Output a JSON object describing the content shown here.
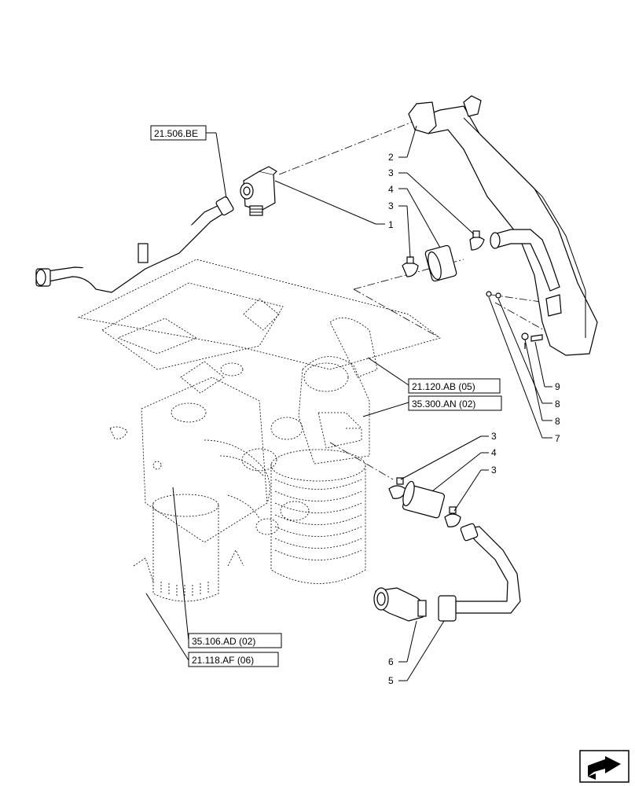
{
  "references": {
    "r1": "21.506.BE",
    "r2": "21.120.AB (05)",
    "r3": "35.300.AN (02)",
    "r4": "35.106.AD (02)",
    "r5": "21.118.AF (06)"
  },
  "callouts": {
    "c1": "1",
    "c2": "2",
    "c3a": "3",
    "c3b": "3",
    "c3c": "3",
    "c3d": "3",
    "c4a": "4",
    "c4b": "4",
    "c5": "5",
    "c6": "6",
    "c7": "7",
    "c8a": "8",
    "c8b": "8",
    "c9": "9"
  },
  "nav_icon": "next-page-arrow-icon"
}
